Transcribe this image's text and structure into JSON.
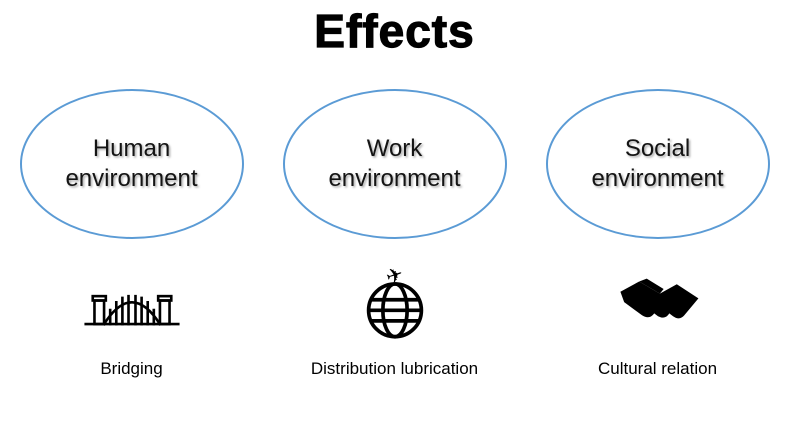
{
  "title": "Effects",
  "colors": {
    "ellipse_border": "#5B9BD5",
    "icon_color": "#000000",
    "text_color": "#141414"
  },
  "icons": {
    "plane_glyph": "✈"
  },
  "columns": [
    {
      "line1": "Human",
      "line2": "environment",
      "icon": "bridge-icon",
      "caption": "Bridging"
    },
    {
      "line1": "Work",
      "line2": "environment",
      "icon": "globe-airplane-icon",
      "caption": "Distribution lubrication"
    },
    {
      "line1": "Social",
      "line2": "environment",
      "icon": "handshake-icon",
      "caption": "Cultural relation"
    }
  ]
}
